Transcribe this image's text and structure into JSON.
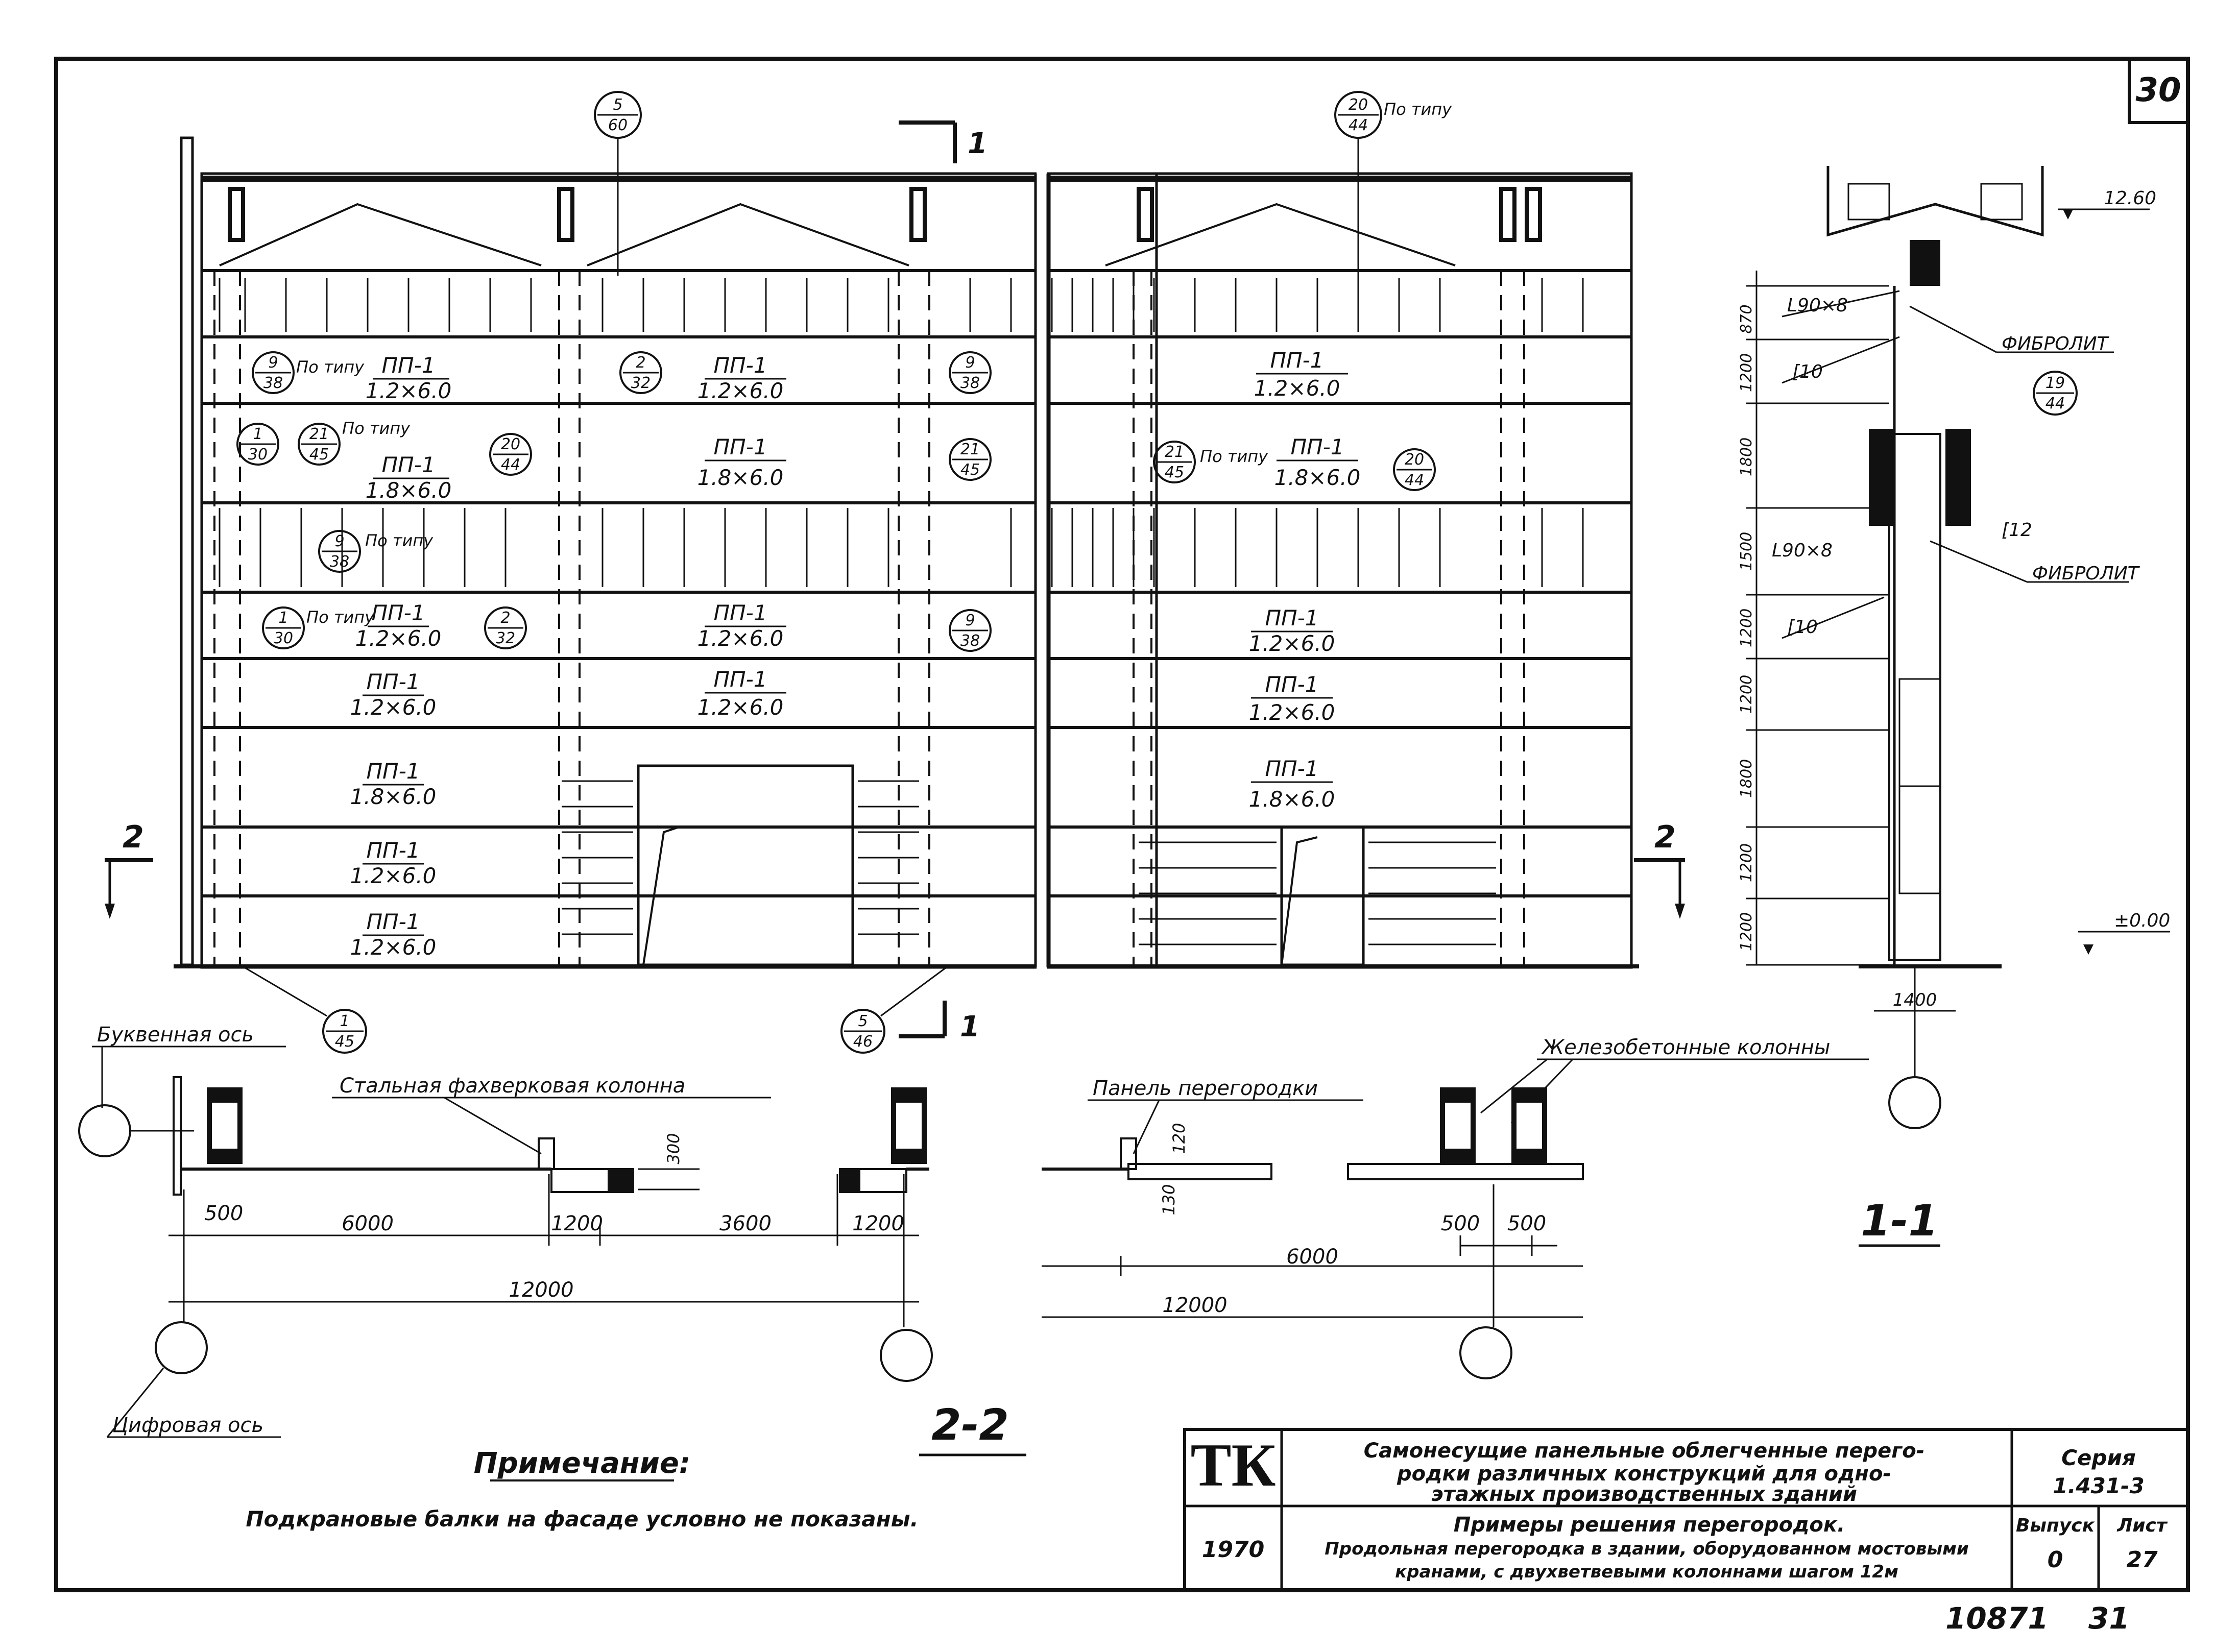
{
  "sheet_number": "30",
  "archive_number": "10871",
  "archive_sheet": "31",
  "section_labels": {
    "two": "2",
    "one": "1",
    "section_2_2": "2-2",
    "section_1_1": "1-1"
  },
  "bubbles": [
    {
      "top": "5",
      "bottom": "60"
    },
    {
      "top": "20",
      "bottom": "44",
      "note": "По типу"
    },
    {
      "top": "9",
      "bottom": "38",
      "note": "По типу"
    },
    {
      "top": "2",
      "bottom": "32"
    },
    {
      "top": "9",
      "bottom": "38"
    },
    {
      "top": "1",
      "bottom": "30"
    },
    {
      "top": "21",
      "bottom": "45",
      "note": "По типу"
    },
    {
      "top": "20",
      "bottom": "44"
    },
    {
      "top": "21",
      "bottom": "45"
    },
    {
      "top": "9",
      "bottom": "38",
      "note": "По типу"
    },
    {
      "top": "1",
      "bottom": "30",
      "note": "По типу"
    },
    {
      "top": "2",
      "bottom": "32"
    },
    {
      "top": "9",
      "bottom": "38"
    },
    {
      "top": "21",
      "bottom": "45",
      "note": "По типу"
    },
    {
      "top": "20",
      "bottom": "44"
    },
    {
      "top": "1",
      "bottom": "45"
    },
    {
      "top": "5",
      "bottom": "46"
    },
    {
      "top": "19",
      "bottom": "44"
    }
  ],
  "panels_left_a": [
    "ПП-1",
    "1.2×6.0",
    "ПП-1",
    "1.8×6.0",
    "ПП-1",
    "1.2×6.0",
    "ПП-1",
    "1.2×6.0",
    "ПП-1",
    "1.8×6.0",
    "ПП-1",
    "1.2×6.0",
    "ПП-1",
    "1.2×6.0"
  ],
  "panels_left_b": [
    "ПП-1",
    "1.2×6.0",
    "ПП-1",
    "1.8×6.0",
    "ПП-1",
    "1.2×6.0",
    "ПП-1",
    "1.2×6.0"
  ],
  "panels_right": [
    "ПП-1",
    "1.2×6.0",
    "ПП-1",
    "1.8×6.0",
    "ПП-1",
    "1.2×6.0",
    "ПП-1",
    "1.2×6.0",
    "ПП-1",
    "1.8×6.0"
  ],
  "section_1_1": {
    "level_top": "12.60",
    "level_zero": "±0.00",
    "steel_a": "L90×8",
    "steel_b": "[10",
    "steel_c": "L90×8",
    "steel_d": "[10",
    "steel_e": "[12",
    "fibrolit_a": "ФИБРОЛИТ",
    "fibrolit_b": "ФИБРОЛИТ",
    "heights": [
      "870",
      "1200",
      "1800",
      "1500",
      "1200",
      "1200",
      "1800",
      "1200",
      "1200"
    ],
    "width": "1400"
  },
  "plan": {
    "letter_axis": "Буквенная ось",
    "digit_axis": "Цифровая ось",
    "steel_column": "Стальная фахверковая колонна",
    "partition_panel": "Панель перегородки",
    "rc_columns": "Железобетонные колонны",
    "dims_left": [
      "500",
      "6000",
      "1200",
      "3600",
      "1200",
      "12000",
      "300"
    ],
    "dims_right": [
      "120",
      "130",
      "500",
      "500",
      "6000",
      "12000"
    ]
  },
  "note": {
    "title": "Примечание:",
    "text": "Подкрановые балки на фасаде условно не показаны."
  },
  "title_block": {
    "logo": "ТК",
    "year": "1970",
    "title_line1": "Самонесущие панельные облегченные перего-",
    "title_line2": "родки различных конструкций для одно-",
    "title_line3": "этажных производственных зданий",
    "sub_line1": "Примеры решения перегородок.",
    "sub_line2": "Продольная перегородка в здании, оборудованном мостовыми",
    "sub_line3": "кранами, с двухветвевыми колоннами шагом 12м",
    "series_label": "Серия",
    "series_value": "1.431-3",
    "issue_label": "Выпуск",
    "issue_value": "0",
    "sheet_label": "Лист",
    "sheet_value": "27"
  }
}
